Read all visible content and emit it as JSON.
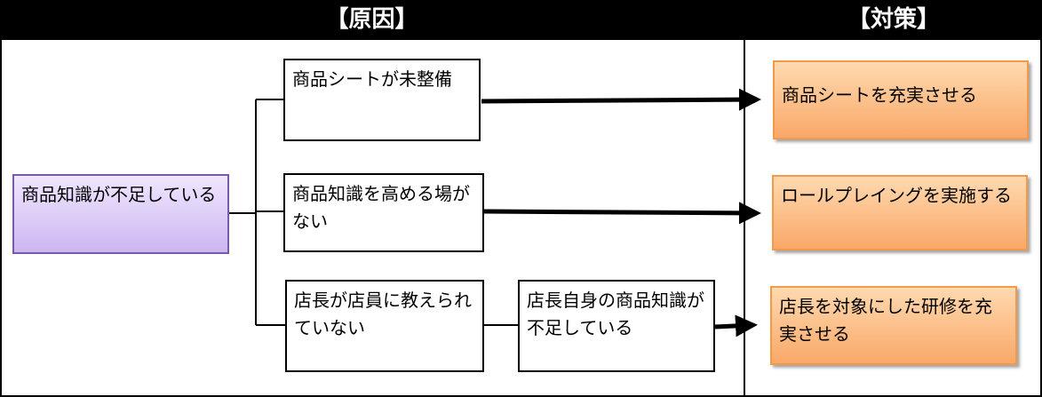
{
  "header": {
    "cause_title": "【原因】",
    "measure_title": "【対策】"
  },
  "root": {
    "label": "商品知識が不足している"
  },
  "causes": [
    {
      "label": "商品シートが未整備"
    },
    {
      "label": "商品知識を高める場がない"
    },
    {
      "label": "店長が店員に教えられていない"
    }
  ],
  "sub_cause": {
    "label": "店長自身の商品知識が不足している"
  },
  "measures": [
    {
      "label": "商品シートを充実させる"
    },
    {
      "label": "ロールプレイングを実施する"
    },
    {
      "label": "店長を対象にした研修を充実させる"
    }
  ]
}
